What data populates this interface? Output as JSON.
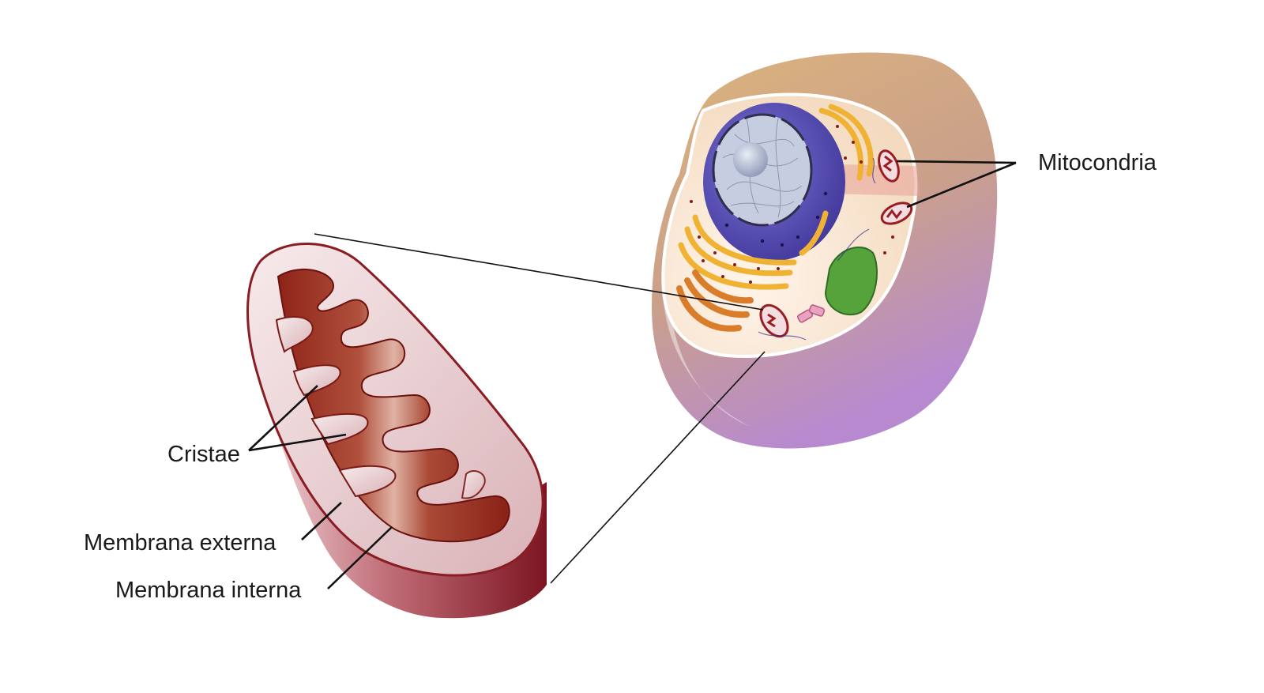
{
  "labels": {
    "mitochondria": "Mitocondria",
    "cristae": "Cristae",
    "outer_membrane": "Membrana externa",
    "inner_membrane": "Membrana interna"
  },
  "colors": {
    "mito_outer": "#e8c9cc",
    "mito_matrix": "#9c2a1f",
    "mito_rim": "#8a1c24",
    "cell_body_top": "#d9b27a",
    "cell_body_bottom": "#b98fc9",
    "cytoplasm": "#f6e3c8",
    "nucleus": "#5a4fb3",
    "nucleoplasm": "#b9c2d9",
    "golgi": "#e59a3a",
    "er": "#f2b93c",
    "chloroplast_like": "#5aa43b",
    "label_line": "#111111"
  }
}
